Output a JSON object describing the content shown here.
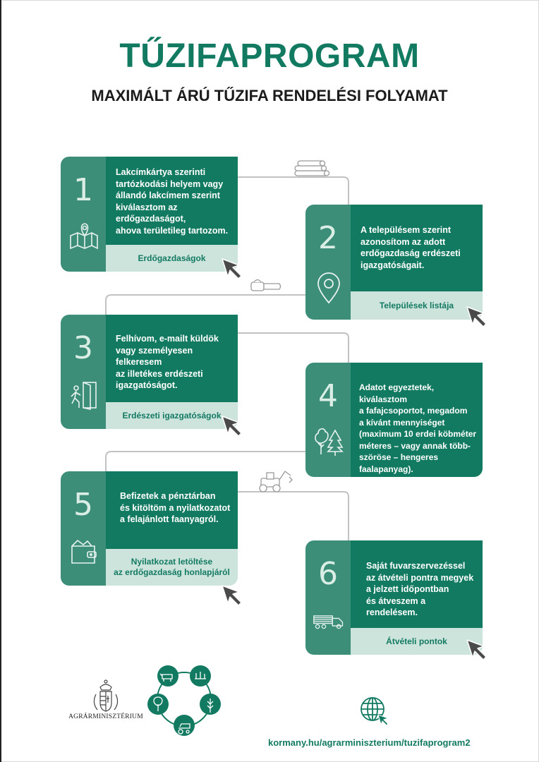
{
  "header": {
    "title": "TŰZIFAPROGRAM",
    "subtitle": "MAXIMÁLT ÁRÚ TŰZIFA RENDELÉSI FOLYAMAT"
  },
  "steps": [
    {
      "number": "1",
      "icon": "map-pin-icon",
      "text": "Lakcímkártya szerinti\ntartózkodási helyem vagy\nállandó lakcímem szerint\nkiválasztom az erdőgazdaságot,\nahova területileg tartozom.",
      "link": "Erdőgazdaságok"
    },
    {
      "number": "2",
      "icon": "location-pin-icon",
      "text": "A településem szerint\nazonosítom az adott\nerdőgazdaság erdészeti\nigazgatóságait.",
      "link": "Települések listája"
    },
    {
      "number": "3",
      "icon": "person-door-icon",
      "text": "Felhívom, e-mailt küldök\nvagy személyesen felkeresem\naz illetékes erdészeti\nigazgatóságot.",
      "link": "Erdészeti igazgatóságok"
    },
    {
      "number": "4",
      "icon": "trees-icon",
      "text": "Adatot egyeztetek, kiválasztom\na fafajcsoportot, megadom\na kívánt mennyiséget\n(maximum 10 erdei köbméter\nméteres – vagy annak több-\nszöröse – hengeres faalapanyag)."
    },
    {
      "number": "5",
      "icon": "wallet-icon",
      "text": "Befizetek a pénztárban\nés kitöltöm a nyilatkozatot\na felajánlott faanyagról.",
      "link": "Nyilatkozat letöltése\naz erdőgazdaság honlapjáról"
    },
    {
      "number": "6",
      "icon": "log-truck-icon",
      "text": "Saját fuvarszervezéssel\naz átvételi pontra megyek\na jelzett időpontban\nés átveszem a rendelésem.",
      "link": "Átvételi pontok"
    }
  ],
  "footer": {
    "ministry": "AGRÁRMINISZTÉRIUM",
    "url": "kormany.hu/agrarminiszterium/tuzifaprogram2"
  },
  "colors": {
    "brand_green": "#137a62",
    "side_green": "#3d8e79",
    "light_green": "#cde4dc",
    "connector": "#c2c2c2"
  }
}
